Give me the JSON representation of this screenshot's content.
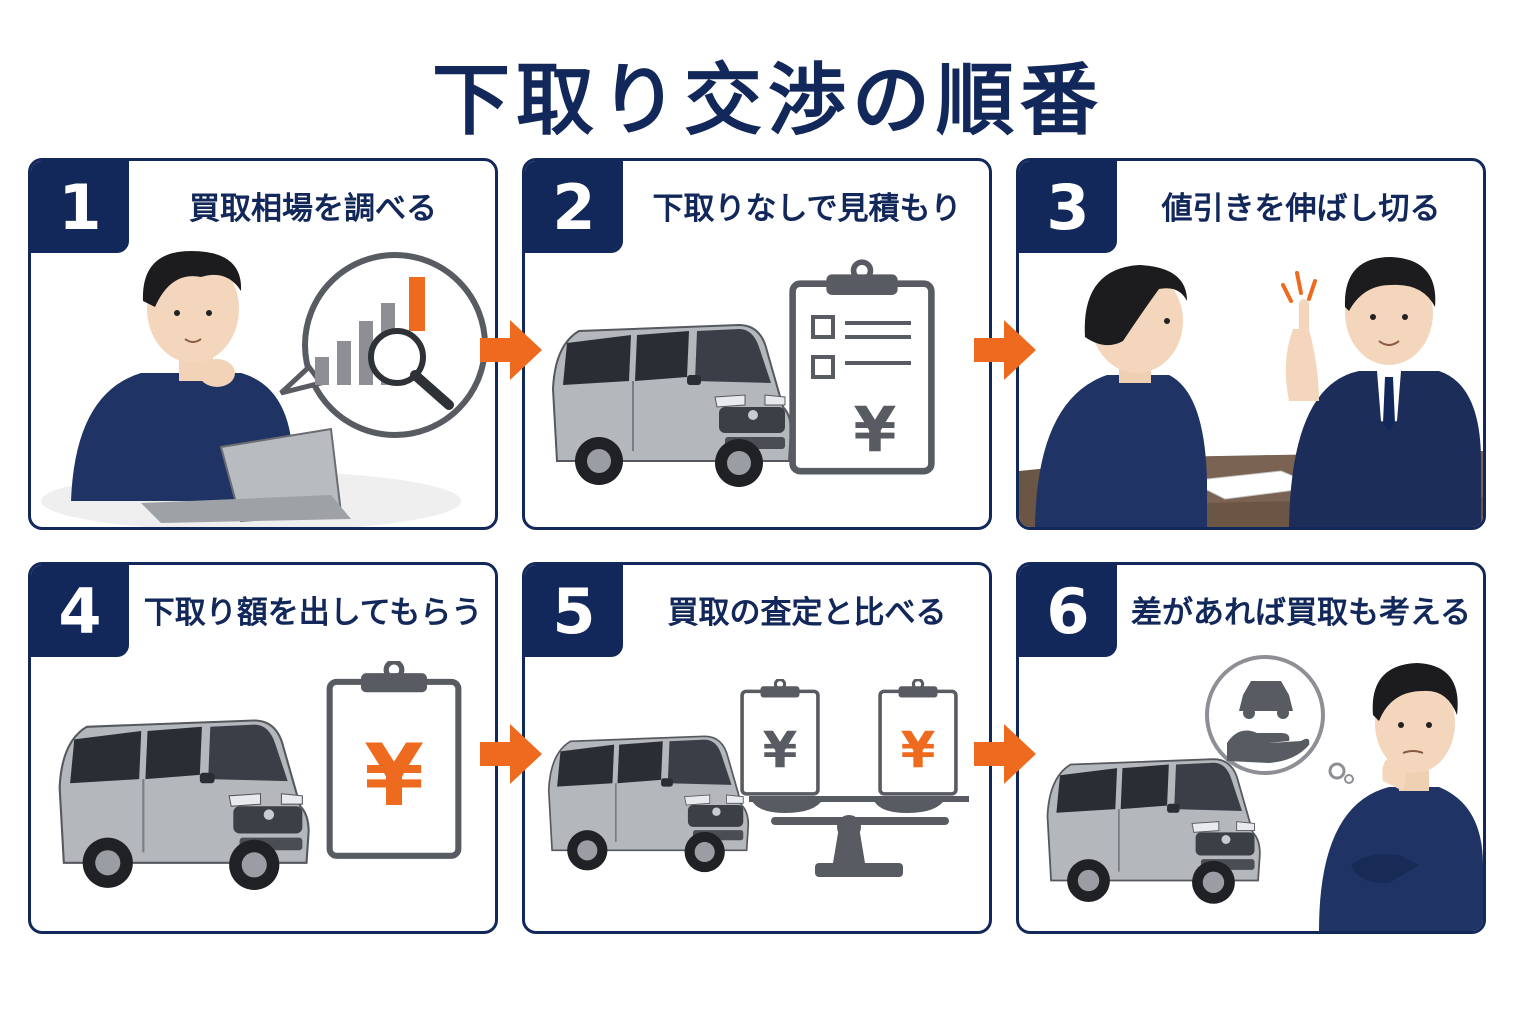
{
  "title": "下取り交渉の順番",
  "colors": {
    "navy": "#13285a",
    "accent_orange": "#ee6a1e",
    "gray": "#585b62"
  },
  "steps": [
    {
      "number": "1",
      "label": "買取相場を調べる",
      "icons": [
        "person-icon",
        "laptop-icon",
        "bar-chart-icon",
        "magnifier-icon"
      ]
    },
    {
      "number": "2",
      "label": "下取りなしで見積もり",
      "icons": [
        "car-icon",
        "clipboard-icon",
        "checklist-icon",
        "yen-icon"
      ]
    },
    {
      "number": "3",
      "label": "値引きを伸ばし切る",
      "icons": [
        "customer-icon",
        "salesman-icon",
        "table-icon",
        "document-icon"
      ]
    },
    {
      "number": "4",
      "label": "下取り額を出してもらう",
      "icons": [
        "car-icon",
        "clipboard-icon",
        "yen-icon"
      ]
    },
    {
      "number": "5",
      "label": "買取の査定と比べる",
      "icons": [
        "car-icon",
        "balance-scale-icon",
        "yen-icon"
      ]
    },
    {
      "number": "6",
      "label": "差があれば買取も考える",
      "icons": [
        "car-icon",
        "thinking-person-icon",
        "car-in-hand-icon"
      ]
    }
  ],
  "yen_symbol": "¥"
}
